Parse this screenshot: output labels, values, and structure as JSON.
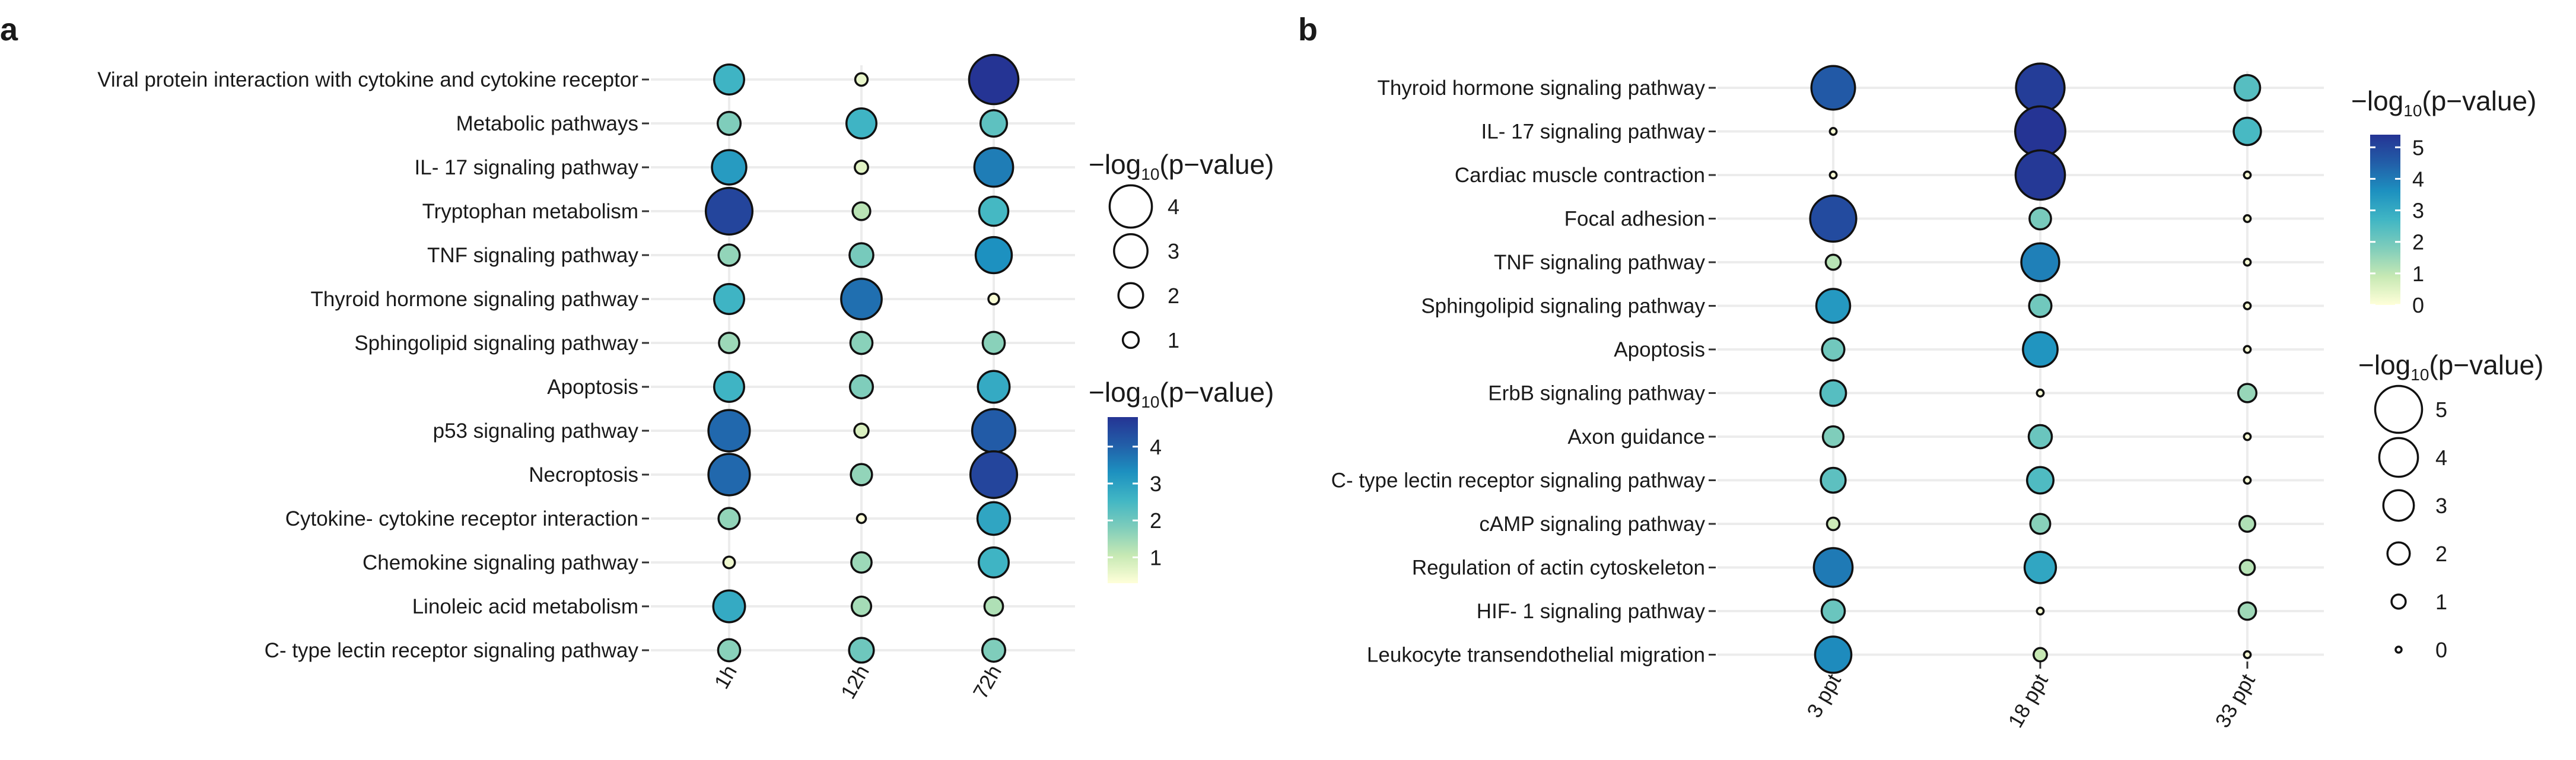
{
  "colors": {
    "scale": [
      "#ffffd9",
      "#c7e9b4",
      "#7fcdbb",
      "#41b6c4",
      "#1d91c0",
      "#225ea8",
      "#253494"
    ],
    "outline": "#111111",
    "grid": "#ececec"
  },
  "chart_data": [
    {
      "type": "bubble",
      "panel": "a",
      "legend_title_prefix": "−log",
      "legend_title_sub": "10",
      "legend_title_suffix": "(p−value)",
      "x_categories": [
        "1h",
        "12h",
        "72h"
      ],
      "y_categories": [
        "Viral protein interaction with cytokine and cytokine receptor",
        "Metabolic pathways",
        "IL- 17 signaling pathway",
        "Tryptophan metabolism",
        "TNF signaling pathway",
        "Thyroid hormone signaling pathway",
        "Sphingolipid signaling pathway",
        "Apoptosis",
        "p53 signaling pathway",
        "Necroptosis",
        "Cytokine- cytokine receptor interaction",
        "Chemokine signaling pathway",
        "Linoleic acid metabolism",
        "C- type lectin receptor signaling pathway"
      ],
      "values": [
        [
          2.6,
          0.6,
          4.8
        ],
        [
          1.8,
          2.6,
          2.2
        ],
        [
          3.1,
          0.7,
          3.6
        ],
        [
          4.5,
          1.2,
          2.5
        ],
        [
          1.6,
          1.9,
          3.3
        ],
        [
          2.6,
          3.8,
          0.4
        ],
        [
          1.5,
          1.7,
          1.7
        ],
        [
          2.6,
          1.8,
          2.8
        ],
        [
          3.9,
          0.8,
          4.1
        ],
        [
          3.9,
          1.6,
          4.5
        ],
        [
          1.6,
          0.2,
          2.9
        ],
        [
          0.5,
          1.5,
          2.6
        ],
        [
          2.8,
          1.4,
          1.3
        ],
        [
          1.7,
          2.0,
          1.8
        ]
      ],
      "color_legend": {
        "ticks": [
          1,
          2,
          3,
          4
        ],
        "range": [
          0.3,
          4.8
        ]
      },
      "size_legend": {
        "ticks": [
          4,
          3,
          2,
          1
        ]
      }
    },
    {
      "type": "bubble",
      "panel": "b",
      "legend_title_prefix": "−log",
      "legend_title_sub": "10",
      "legend_title_suffix": "(p−value)",
      "x_categories": [
        "3 ppt",
        "18 ppt",
        "33 ppt"
      ],
      "y_categories": [
        "Thyroid hormone signaling pathway",
        "IL- 17 signaling pathway",
        "Cardiac muscle contraction",
        "Focal adhesion",
        "TNF signaling pathway",
        "Sphingolipid signaling pathway",
        "Apoptosis",
        "ErbB signaling pathway",
        "Axon guidance",
        "C- type lectin receptor signaling pathway",
        "cAMP signaling pathway",
        "Regulation of actin cytoskeleton",
        "HIF- 1 signaling pathway",
        "Leukocyte transendothelial migration"
      ],
      "values": [
        [
          4.6,
          5.2,
          2.4
        ],
        [
          0.1,
          5.4,
          2.6
        ],
        [
          0.1,
          5.3,
          0.1
        ],
        [
          4.9,
          1.9,
          0.1
        ],
        [
          1.1,
          3.9,
          0.1
        ],
        [
          3.4,
          2.0,
          0.1
        ],
        [
          2.0,
          3.5,
          0.1
        ],
        [
          2.4,
          0.1,
          1.5
        ],
        [
          1.8,
          2.1,
          0.1
        ],
        [
          2.3,
          2.5,
          0.1
        ],
        [
          0.8,
          1.7,
          1.2
        ],
        [
          4.0,
          3.1,
          1.1
        ],
        [
          2.1,
          0.1,
          1.4
        ],
        [
          3.7,
          0.9,
          0.1
        ]
      ],
      "color_legend": {
        "ticks": [
          5,
          4,
          3,
          2,
          1,
          0
        ],
        "range": [
          0,
          5.4
        ]
      },
      "size_legend": {
        "ticks": [
          5,
          4,
          3,
          2,
          1,
          0
        ]
      }
    }
  ]
}
